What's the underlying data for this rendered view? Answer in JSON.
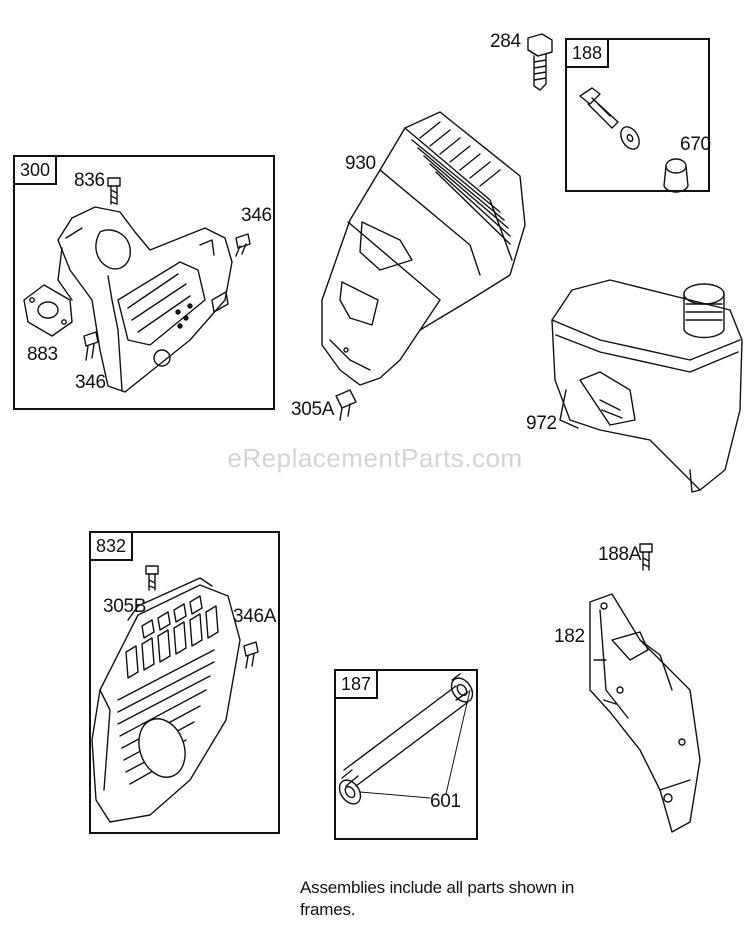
{
  "watermark": "eReplacementParts.com",
  "note": "Assemblies include all parts shown in frames.",
  "frames": {
    "f300": "300",
    "f188": "188",
    "f832": "832",
    "f187": "187"
  },
  "labels": {
    "p836": "836",
    "p346a": "346",
    "p346b": "346",
    "p883": "883",
    "p284": "284",
    "p670": "670",
    "p930": "930",
    "p305A": "305A",
    "p972": "972",
    "p305B": "305B",
    "p346A": "346A",
    "p188A": "188A",
    "p182": "182",
    "p601": "601"
  }
}
